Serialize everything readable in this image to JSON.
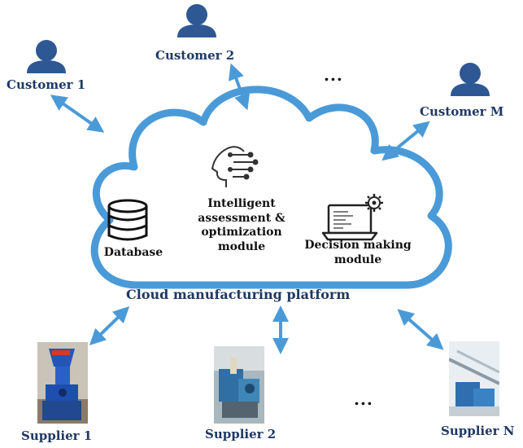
{
  "colors": {
    "accent": "#4a9ad8",
    "user_icon": "#2e5894",
    "label": "#1f3864",
    "text_dark": "#111111"
  },
  "customers": [
    {
      "label": "Customer 1",
      "icon": "user-icon"
    },
    {
      "label": "Customer 2",
      "icon": "user-icon"
    },
    {
      "label": "Customer M",
      "icon": "user-icon"
    }
  ],
  "customers_ellipsis": "...",
  "cloud": {
    "title": "Cloud manufacturing platform",
    "modules": {
      "database": "Database",
      "intelligent": [
        "Intelligent",
        "assessment &",
        "optimization",
        "module"
      ],
      "decision": [
        "Decision making",
        "module"
      ]
    },
    "icons": [
      "database-icon",
      "ai-head-icon",
      "laptop-gear-icon"
    ]
  },
  "suppliers": [
    {
      "label": "Supplier 1",
      "image": "pellet-machine-photo"
    },
    {
      "label": "Supplier 2",
      "image": "workshop-machine-photo"
    },
    {
      "label": "Supplier N",
      "image": "factory-line-photo"
    }
  ],
  "suppliers_ellipsis": "..."
}
